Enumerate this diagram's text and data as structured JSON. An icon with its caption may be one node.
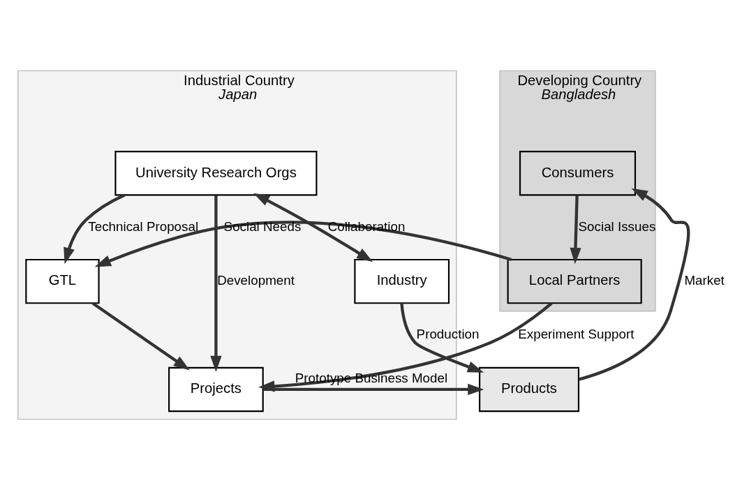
{
  "diagram": {
    "nodes": [
      {
        "text": [
          "Developing Country",
          "Bangladesh"
        ]
      },
      {
        "text": [
          "Industrial Country",
          "Japan"
        ]
      },
      {
        "text": [
          "Local Partners"
        ],
        "in": 0
      },
      {
        "text": [
          "GTL"
        ],
        "in": 1
      },
      {
        "text": [
          "University Research Orgs"
        ],
        "in": 1
      },
      {
        "text": [
          "Projects"
        ],
        "in": 1
      },
      {
        "text": [
          "Consumers"
        ],
        "in": 0
      },
      {
        "text": [
          "Products"
        ]
      },
      {
        "text": [
          "Industry"
        ],
        "in": 1
      }
    ],
    "edges": [
      {
        "from": 2,
        "to": 3,
        "arrow": "to",
        "label": "Social Needs"
      },
      {
        "from": 4,
        "to": 3,
        "arrow": "to",
        "label": "Technical Proposal"
      },
      {
        "from": 3,
        "to": 5,
        "arrow": "to"
      },
      {
        "from": 2,
        "to": 5,
        "arrow": "to",
        "label": "Experiment Support"
      },
      {
        "from": 4,
        "to": 5,
        "arrow": "to",
        "label": "Development"
      },
      {
        "from": 5,
        "to": 7,
        "arrow": "to",
        "label": "Prototype Business Model"
      },
      {
        "from": 4,
        "to": 8,
        "arrow": "both",
        "label": "Collaboration"
      },
      {
        "from": 8,
        "to": 7,
        "arrow": "to",
        "label": "Production"
      },
      {
        "from": 7,
        "to": 6,
        "arrow": "to",
        "label": "Market"
      },
      {
        "from": 6,
        "to": 2,
        "arrow": "to",
        "label": "Social Issues"
      }
    ]
  }
}
